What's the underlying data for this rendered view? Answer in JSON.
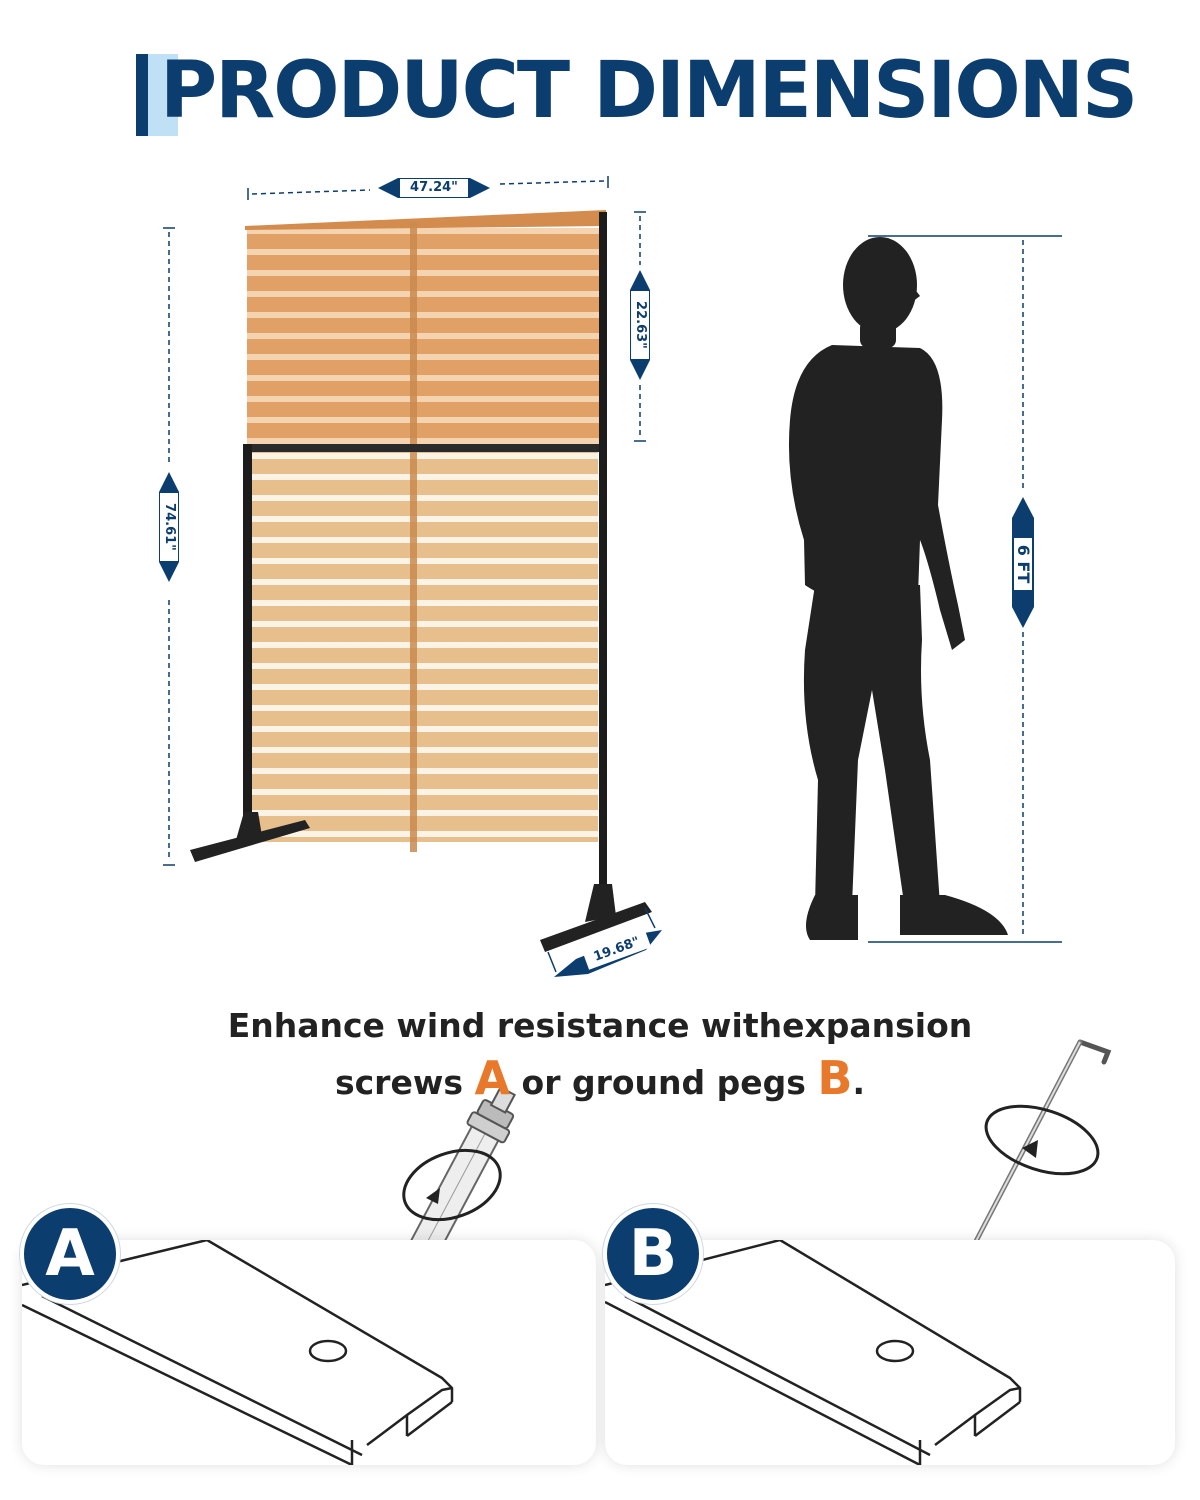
{
  "title": "PRODUCT DIMENSIONS",
  "dimensions": {
    "width": "47.24\"",
    "height": "74.61\"",
    "top_panel_height": "22.63\"",
    "base_depth": "19.68\"",
    "person_height": "6 FT"
  },
  "caption": {
    "line1": "Enhance wind resistance withexpansion",
    "line2_pre": "screws ",
    "marker_a": "A",
    "line2_mid": " or ground pegs ",
    "marker_b": "B",
    "line2_end": "."
  },
  "badges": {
    "a": "A",
    "b": "B"
  },
  "colors": {
    "brand_navy": "#0b3d6e",
    "accent_orange": "#e8792b",
    "light_blue": "#bfe0f5",
    "wood_top": "#e0a066",
    "wood_bottom": "#e6bf8c",
    "frame_black": "#1c1c1c"
  }
}
